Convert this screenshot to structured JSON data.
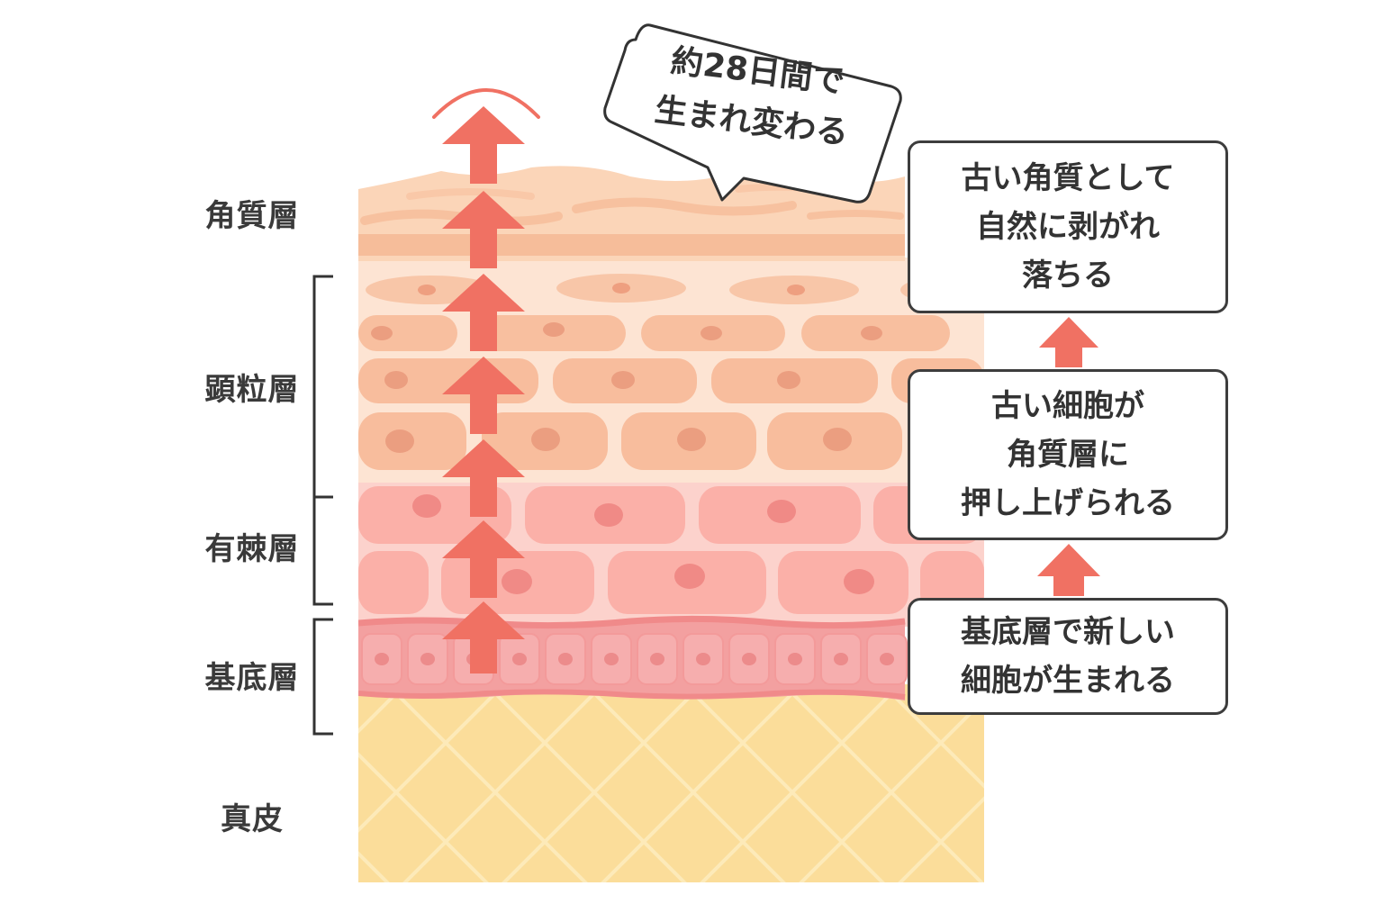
{
  "layers": {
    "stratum_corneum": "角質層",
    "stratum_granulosum": "顕粒層",
    "stratum_spinosum": "有棘層",
    "stratum_basale": "基底層",
    "dermis": "真皮"
  },
  "bubble": {
    "line1": "約28日間で",
    "line2": "生まれ変わる"
  },
  "steps": {
    "top": {
      "line1": "古い角質として",
      "line2": "自然に剥がれ",
      "line3": "落ちる"
    },
    "middle": {
      "line1": "古い細胞が",
      "line2": "角質層に",
      "line3": "押し上げられる"
    },
    "bottom": {
      "line1": "基底層で新しい",
      "line2": "細胞が生まれる"
    }
  },
  "colors": {
    "arrow": "#f07163",
    "outline": "#3d3d3d",
    "dermis": "#fbdd9a",
    "basal": "#f19b9b",
    "spinous_cell": "#fbb3aa",
    "granular_cell": "#f8c0a2",
    "corneum": "#fbd0b0"
  }
}
